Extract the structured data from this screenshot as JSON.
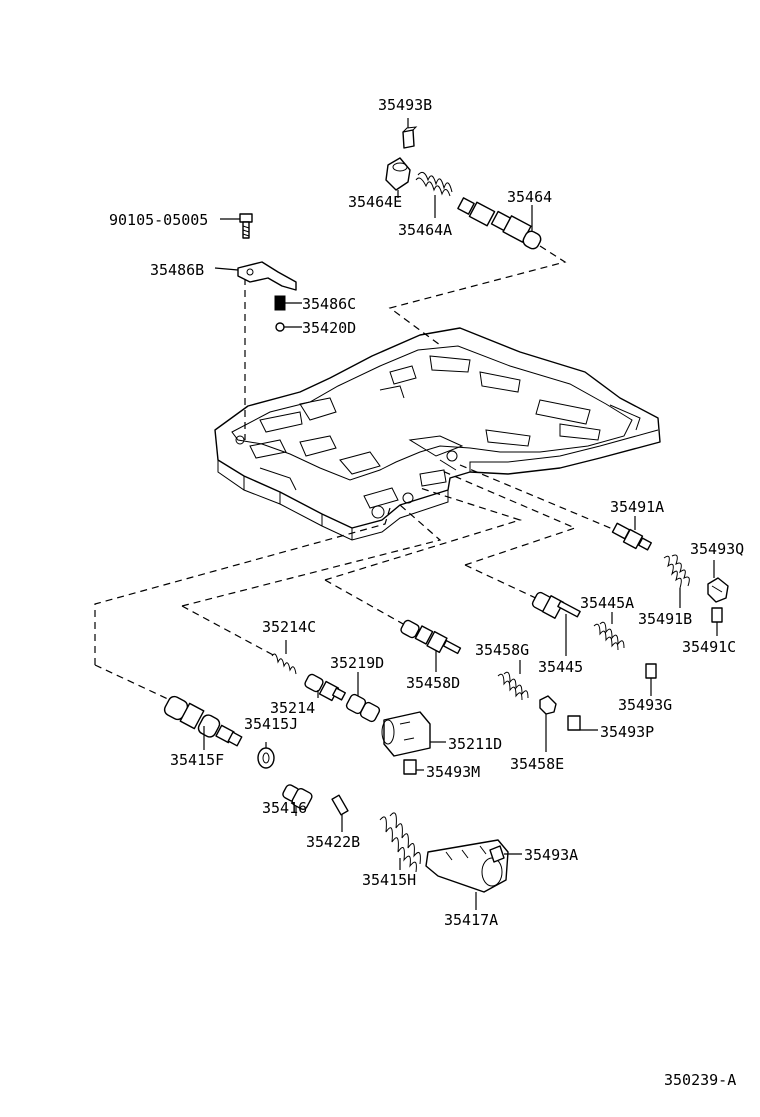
{
  "labels": {
    "p35493B": "35493B",
    "p35464E": "35464E",
    "p35464A": "35464A",
    "p35464": "35464",
    "p90105": "90105-05005",
    "p35486B": "35486B",
    "p35486C": "35486C",
    "p35420D": "35420D",
    "p35491A": "35491A",
    "p35493Q": "35493Q",
    "p35491B": "35491B",
    "p35491C": "35491C",
    "p35445A": "35445A",
    "p35445": "35445",
    "p35458G": "35458G",
    "p35458D": "35458D",
    "p35458E": "35458E",
    "p35493G": "35493G",
    "p35493P": "35493P",
    "p35214C": "35214C",
    "p35219D": "35219D",
    "p35214": "35214",
    "p35415J": "35415J",
    "p35211D": "35211D",
    "p35493M": "35493M",
    "p35415F": "35415F",
    "p35416": "35416",
    "p35422B": "35422B",
    "p35415H": "35415H",
    "p35493A": "35493A",
    "p35417A": "35417A",
    "figure_code": "350239-A"
  }
}
